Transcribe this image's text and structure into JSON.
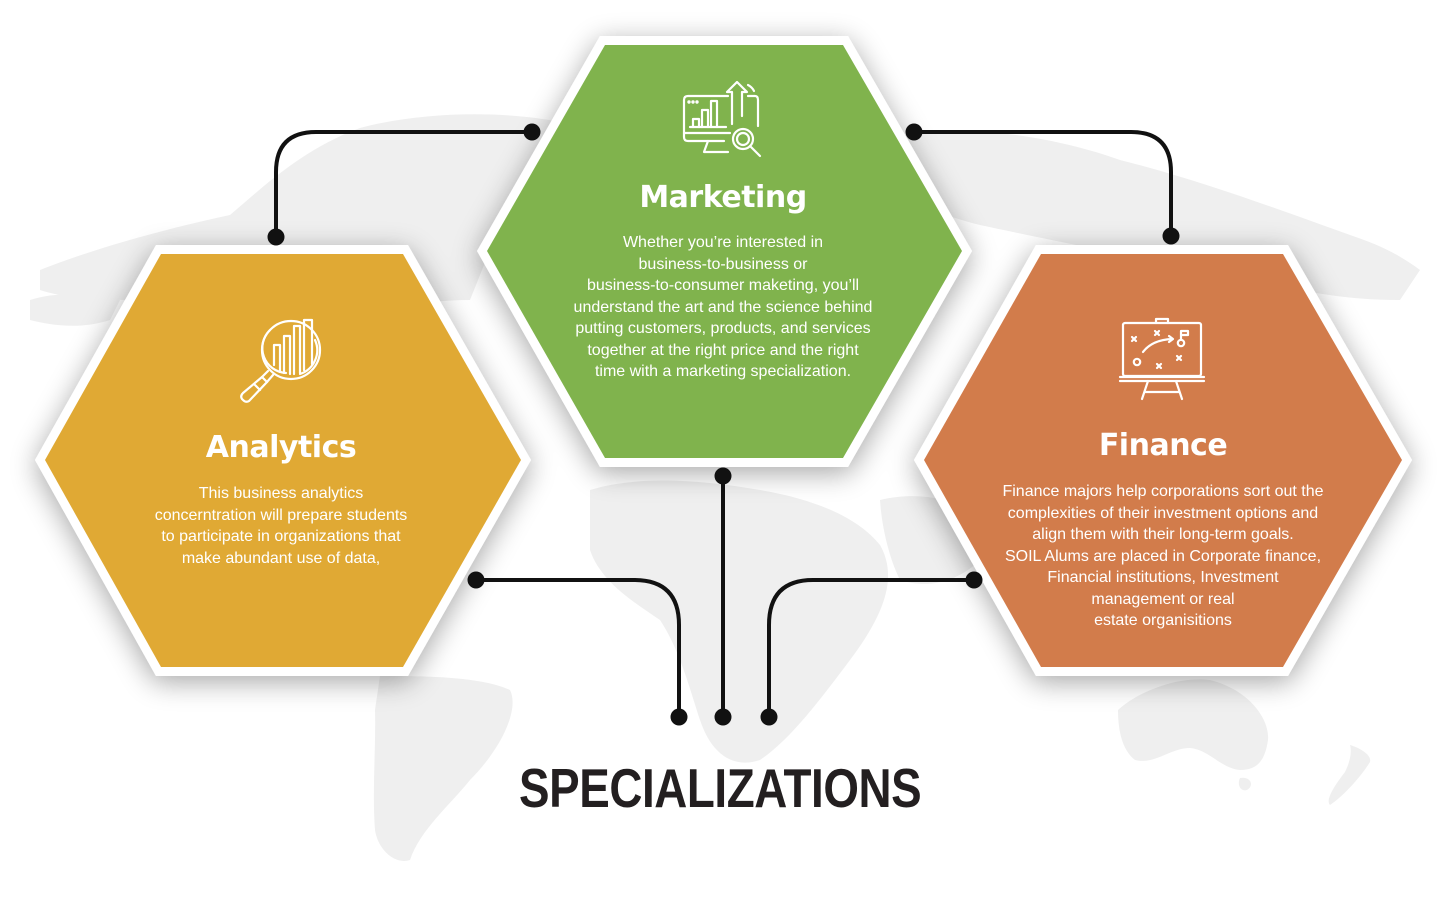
{
  "title": "SPECIALIZATIONS",
  "colors": {
    "analytics": "#e0a934",
    "marketing": "#80b34d",
    "finance": "#d27c4b",
    "connector": "#111111",
    "title": "#231f20",
    "map": "#f0f0f0"
  },
  "specializations": [
    {
      "id": "analytics",
      "name": "Analytics",
      "icon": "magnifier-bar-chart-icon",
      "description_lines": [
        "This business analytics",
        "concerntration will prepare students",
        "to participate in organizations that",
        "make abundant use of data,"
      ]
    },
    {
      "id": "marketing",
      "name": "Marketing",
      "icon": "monitor-growth-chart-search-icon",
      "description_lines": [
        "Whether you’re interested in",
        "business-to-business or",
        "business-to-consumer maketing, you’ll",
        "understand the art and the science behind",
        "putting customers, products, and services",
        "together at the right price and the right",
        "time with a marketing specialization."
      ]
    },
    {
      "id": "finance",
      "name": "Finance",
      "icon": "strategy-board-easel-icon",
      "description_lines": [
        "Finance majors help corporations sort out the",
        "complexities of their investment options and",
        "align them with their long-term goals.",
        "SOIL Alums are placed in Corporate finance,",
        "Financial institutions, Investment",
        "management or real",
        "estate organisitions"
      ]
    }
  ]
}
